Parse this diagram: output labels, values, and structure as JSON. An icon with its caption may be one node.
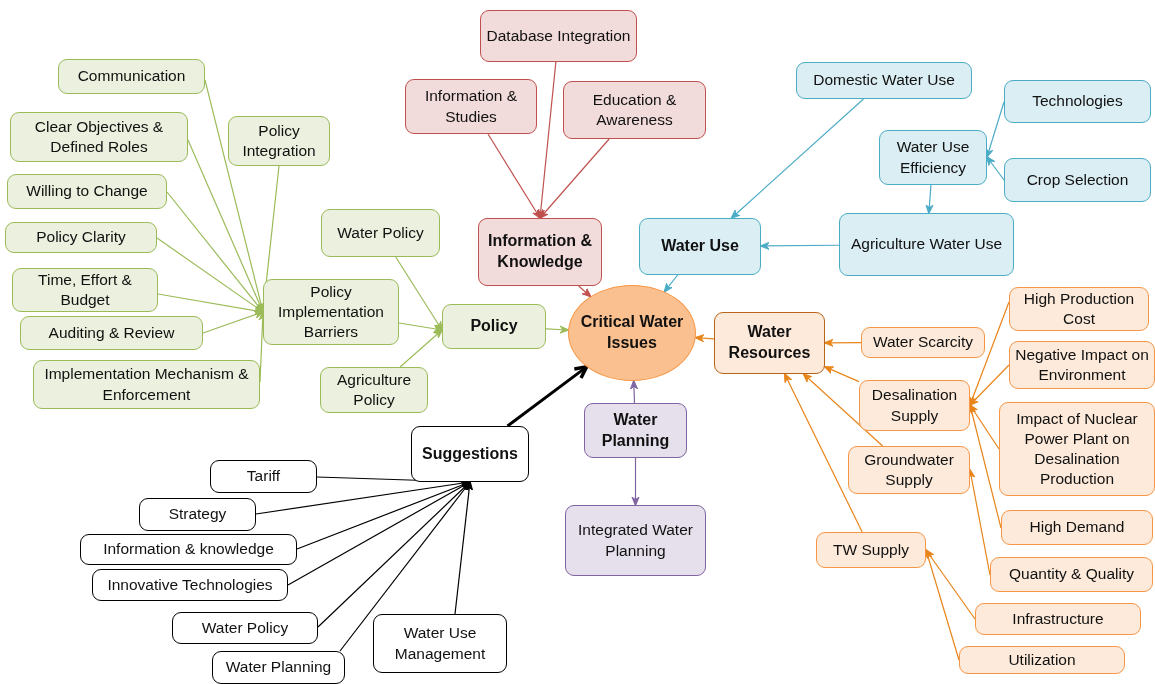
{
  "diagram": {
    "nodes": [
      {
        "text": [
          "Critical Water Issues"
        ]
      },
      {
        "text": [
          "Information & Knowledge"
        ]
      },
      {
        "text": [
          "Database Integration"
        ]
      },
      {
        "text": [
          "Information & Studies"
        ]
      },
      {
        "text": [
          "Education & Awareness"
        ]
      },
      {
        "text": [
          "Water Use"
        ]
      },
      {
        "text": [
          "Domestic Water Use"
        ]
      },
      {
        "text": [
          "Water Use Efficiency"
        ]
      },
      {
        "text": [
          "Technologies"
        ]
      },
      {
        "text": [
          "Crop Selection"
        ]
      },
      {
        "text": [
          "Agriculture Water Use"
        ]
      },
      {
        "text": [
          "Water Resources"
        ]
      },
      {
        "text": [
          "Water Scarcity"
        ]
      },
      {
        "text": [
          "Desalination Supply"
        ]
      },
      {
        "text": [
          "High Production Cost"
        ]
      },
      {
        "text": [
          "Negative Impact on Environment"
        ]
      },
      {
        "text": [
          "Impact of Nuclear Power Plant on Desalination Production"
        ]
      },
      {
        "text": [
          "High Demand"
        ]
      },
      {
        "text": [
          "Groundwater Supply"
        ]
      },
      {
        "text": [
          "Quantity & Quality"
        ]
      },
      {
        "text": [
          "TW Supply"
        ]
      },
      {
        "text": [
          "Infrastructure"
        ]
      },
      {
        "text": [
          "Utilization"
        ]
      },
      {
        "text": [
          "Policy"
        ]
      },
      {
        "text": [
          "Water Policy"
        ]
      },
      {
        "text": [
          "Agriculture Policy"
        ]
      },
      {
        "text": [
          "Policy Implementation Barriers"
        ]
      },
      {
        "text": [
          "Communication"
        ]
      },
      {
        "text": [
          "Clear Objectives & Defined Roles"
        ]
      },
      {
        "text": [
          "Policy Integration"
        ]
      },
      {
        "text": [
          "Willing to Change"
        ]
      },
      {
        "text": [
          "Policy Clarity"
        ]
      },
      {
        "text": [
          "Time, Effort & Budget"
        ]
      },
      {
        "text": [
          "Auditing & Review"
        ]
      },
      {
        "text": [
          "Implementation Mechanism & Enforcement"
        ]
      },
      {
        "text": [
          "Water Planning"
        ]
      },
      {
        "text": [
          "Integrated Water Planning"
        ]
      },
      {
        "text": [
          "Suggestions"
        ]
      },
      {
        "text": [
          "Tariff"
        ]
      },
      {
        "text": [
          "Strategy"
        ]
      },
      {
        "text": [
          "Information & knowledge"
        ]
      },
      {
        "text": [
          "Innovative Technologies"
        ]
      },
      {
        "text": [
          "Water Policy"
        ]
      },
      {
        "text": [
          "Water Planning"
        ]
      },
      {
        "text": [
          "Water Use Management"
        ]
      }
    ],
    "edges": [
      {
        "from": 1,
        "to": 0,
        "arrow": "to",
        "color": "#c0504d"
      },
      {
        "from": 2,
        "to": 1,
        "arrow": "to",
        "color": "#c0504d"
      },
      {
        "from": 3,
        "to": 1,
        "arrow": "to",
        "color": "#c0504d"
      },
      {
        "from": 4,
        "to": 1,
        "arrow": "to",
        "color": "#c0504d"
      },
      {
        "from": 5,
        "to": 0,
        "arrow": "to",
        "color": "#4bacc6"
      },
      {
        "from": 6,
        "to": 5,
        "arrow": "to",
        "color": "#4bacc6"
      },
      {
        "from": 10,
        "to": 5,
        "arrow": "to",
        "color": "#4bacc6"
      },
      {
        "from": 7,
        "to": 10,
        "arrow": "to",
        "color": "#4bacc6"
      },
      {
        "from": 8,
        "to": 7,
        "arrow": "to",
        "color": "#4bacc6"
      },
      {
        "from": 9,
        "to": 7,
        "arrow": "to",
        "color": "#4bacc6"
      },
      {
        "from": 11,
        "to": 0,
        "arrow": "to",
        "color": "#e8851a"
      },
      {
        "from": 12,
        "to": 11,
        "arrow": "to",
        "color": "#e8851a"
      },
      {
        "from": 13,
        "to": 11,
        "arrow": "to",
        "color": "#e8851a"
      },
      {
        "from": 18,
        "to": 11,
        "arrow": "to",
        "color": "#e8851a"
      },
      {
        "from": 20,
        "to": 11,
        "arrow": "to",
        "color": "#e8851a"
      },
      {
        "from": 14,
        "to": 13,
        "arrow": "to",
        "color": "#e8851a"
      },
      {
        "from": 15,
        "to": 13,
        "arrow": "to",
        "color": "#e8851a"
      },
      {
        "from": 16,
        "to": 13,
        "arrow": "to",
        "color": "#e8851a"
      },
      {
        "from": 17,
        "to": 13,
        "arrow": "to",
        "color": "#e8851a"
      },
      {
        "from": 19,
        "to": 18,
        "arrow": "to",
        "color": "#e8851a"
      },
      {
        "from": 21,
        "to": 20,
        "arrow": "to",
        "color": "#e8851a"
      },
      {
        "from": 22,
        "to": 20,
        "arrow": "to",
        "color": "#e8851a"
      },
      {
        "from": 23,
        "to": 0,
        "arrow": "to",
        "color": "#9bbb59"
      },
      {
        "from": 24,
        "to": 23,
        "arrow": "to",
        "color": "#9bbb59"
      },
      {
        "from": 26,
        "to": 23,
        "arrow": "to",
        "color": "#9bbb59"
      },
      {
        "from": 25,
        "to": 23,
        "arrow": "to",
        "color": "#9bbb59"
      },
      {
        "from": 27,
        "to": 26,
        "arrow": "to",
        "color": "#9bbb59"
      },
      {
        "from": 28,
        "to": 26,
        "arrow": "to",
        "color": "#9bbb59"
      },
      {
        "from": 29,
        "to": 26,
        "arrow": "to",
        "color": "#9bbb59"
      },
      {
        "from": 30,
        "to": 26,
        "arrow": "to",
        "color": "#9bbb59"
      },
      {
        "from": 31,
        "to": 26,
        "arrow": "to",
        "color": "#9bbb59"
      },
      {
        "from": 32,
        "to": 26,
        "arrow": "to",
        "color": "#9bbb59"
      },
      {
        "from": 33,
        "to": 26,
        "arrow": "to",
        "color": "#9bbb59"
      },
      {
        "from": 34,
        "to": 26,
        "arrow": "to",
        "color": "#9bbb59"
      },
      {
        "from": 35,
        "to": 0,
        "arrow": "to",
        "color": "#8064a2"
      },
      {
        "from": 35,
        "to": 36,
        "arrow": "to",
        "color": "#8064a2"
      },
      {
        "from": 37,
        "to": 0,
        "arrow": "to",
        "style": "thick",
        "color": "#000000"
      },
      {
        "from": 38,
        "to": 37,
        "arrow": "to",
        "color": "#000000"
      },
      {
        "from": 39,
        "to": 37,
        "arrow": "to",
        "color": "#000000"
      },
      {
        "from": 40,
        "to": 37,
        "arrow": "to",
        "color": "#000000"
      },
      {
        "from": 41,
        "to": 37,
        "arrow": "to",
        "color": "#000000"
      },
      {
        "from": 42,
        "to": 37,
        "arrow": "to",
        "color": "#000000"
      },
      {
        "from": 43,
        "to": 37,
        "arrow": "to",
        "color": "#000000"
      },
      {
        "from": 44,
        "to": 37,
        "arrow": "to",
        "color": "#000000"
      }
    ]
  }
}
